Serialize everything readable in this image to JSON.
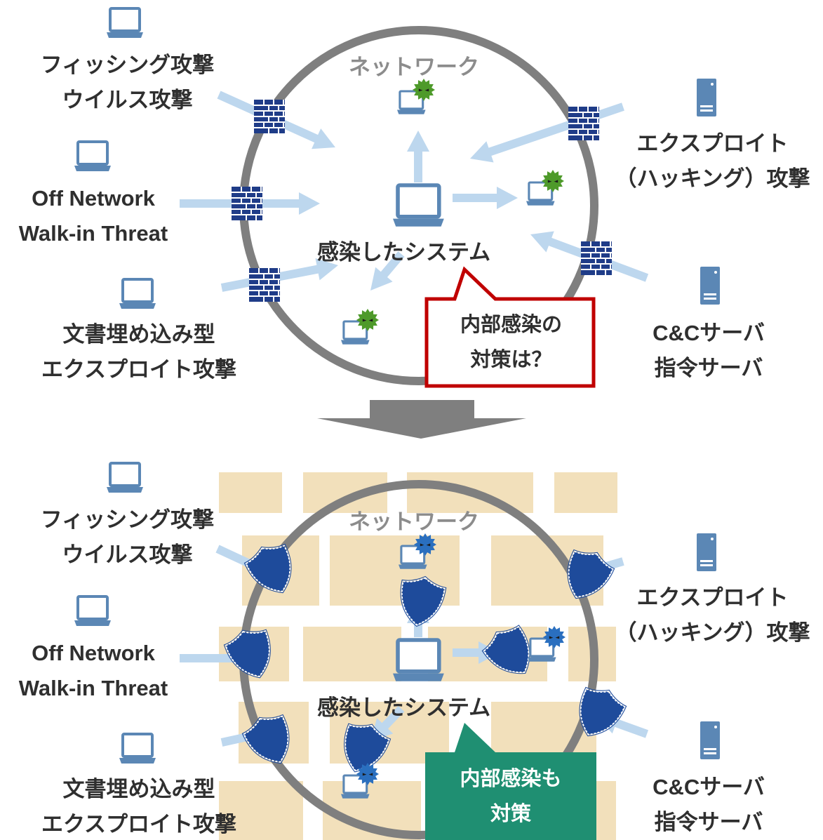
{
  "top": {
    "network_label": "ネットワーク",
    "center_label": "感染したシステム",
    "callout": {
      "line1": "内部感染の",
      "line2": "対策は？",
      "border_color": "#c00000"
    },
    "left_threats": [
      {
        "line1": "フィッシング攻撃",
        "line2": "ウイルス攻撃",
        "icon": "laptop-icon"
      },
      {
        "line1": "Off Network",
        "line2": "Walk-in Threat",
        "icon": "laptop-icon"
      },
      {
        "line1": "文書埋め込み型",
        "line2": "エクスプロイト攻撃",
        "icon": "laptop-icon"
      }
    ],
    "right_threats": [
      {
        "line1": "エクスプロイト",
        "line2": "（ハッキング）攻撃",
        "icon": "server-icon"
      },
      {
        "line1": "C&Cサーバ",
        "line2": "指令サーバ",
        "icon": "server-icon"
      }
    ]
  },
  "bottom": {
    "network_label": "ネットワーク",
    "center_label": "感染したシステム",
    "callout": {
      "line1": "内部感染も",
      "line2": "対策",
      "fill_color": "#1f8f72"
    },
    "left_threats": [
      {
        "line1": "フィッシング攻撃",
        "line2": "ウイルス攻撃",
        "icon": "laptop-icon"
      },
      {
        "line1": "Off Network",
        "line2": "Walk-in Threat",
        "icon": "laptop-icon"
      },
      {
        "line1": "文書埋め込み型",
        "line2": "エクスプロイト攻撃",
        "icon": "laptop-icon"
      }
    ],
    "right_threats": [
      {
        "line1": "エクスプロイト",
        "line2": "（ハッキング）攻撃",
        "icon": "server-icon"
      },
      {
        "line1": "C&Cサーバ",
        "line2": "指令サーバ",
        "icon": "server-icon"
      }
    ]
  },
  "colors": {
    "circle": "#7f7f7f",
    "arrow": "#bdd7ee",
    "laptop": "#5b87b5",
    "firewall": "#1f3c88",
    "shield": "#1e4b9b",
    "virus_top": "#4e9a2a",
    "virus_bottom": "#2a6fbf",
    "wall_block": "#f2e0bb",
    "big_arrow": "#7f7f7f"
  },
  "icons": {
    "firewall": "firewall-icon",
    "shield": "shield-icon",
    "virus": "virus-icon",
    "infected_laptop": "infected-laptop-icon"
  }
}
